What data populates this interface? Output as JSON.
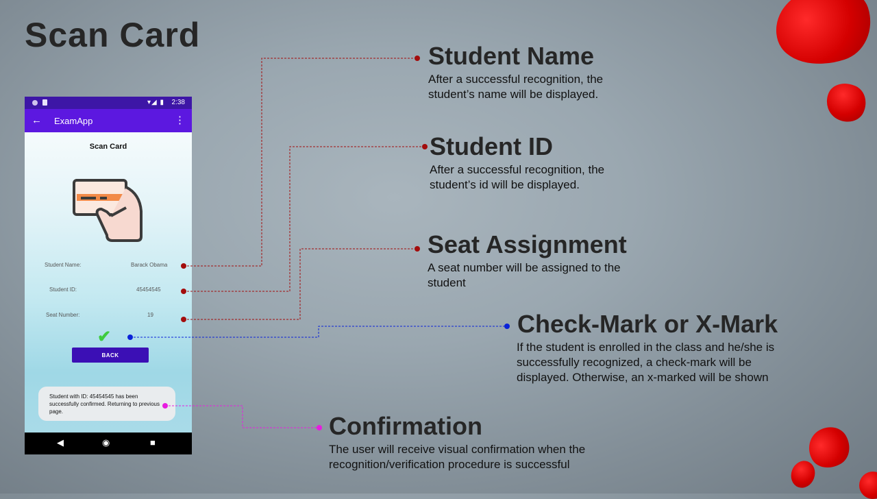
{
  "slide": {
    "title": "Scan Card"
  },
  "colors": {
    "accent_red": "#a30d0d",
    "accent_blue": "#0a22d8",
    "accent_magenta": "#e81ce0",
    "app_purple": "#5c18e0",
    "button_purple": "#3b0fb5"
  },
  "phone": {
    "status_bar": {
      "time": "2:38",
      "icons": [
        "circle-icon",
        "sim-icon",
        "wifi-icon",
        "signal-icon",
        "battery-icon"
      ]
    },
    "app_bar": {
      "title": "ExamApp",
      "back_icon": "arrow-left-icon",
      "menu_icon": "overflow-menu-icon"
    },
    "screen": {
      "title": "Scan Card",
      "illustration_icon": "hand-card-icon",
      "fields": [
        {
          "label": "Student Name:",
          "value": "Barack Obama"
        },
        {
          "label": "Student ID:",
          "value": "45454545"
        },
        {
          "label": "Seat Number:",
          "value": "19"
        }
      ],
      "status_icon": "check-mark-icon",
      "back_button": "BACK",
      "toast": "Student with ID: 45454545 has been successfully confirmed. Returning to previous page."
    },
    "nav_bar": {
      "icons": [
        "nav-back-icon",
        "nav-home-icon",
        "nav-recents-icon"
      ]
    }
  },
  "callouts": {
    "student_name": {
      "heading": "Student Name",
      "description_1": "After a  successful recognition, the",
      "description_2": "student’s name will be displayed."
    },
    "student_id": {
      "heading": "Student ID",
      "description_1": "After a  successful recognition, the",
      "description_2": "student’s id will be displayed."
    },
    "seat": {
      "heading": "Seat Assignment",
      "description_1": "A  seat number will be assigned to the",
      "description_2": "student"
    },
    "check": {
      "heading": "Check-Mark or X-Mark",
      "description_1": "If the student is enrolled in the class and he/she is",
      "description_2": "successfully recognized, a check-mark will be",
      "description_3": "displayed. Otherwise, an x-marked will be shown"
    },
    "confirmation": {
      "heading": "Confirmation",
      "description_1": "The user will receive visual confirmation when the",
      "description_2": "recognition/verification procedure is successful"
    }
  }
}
